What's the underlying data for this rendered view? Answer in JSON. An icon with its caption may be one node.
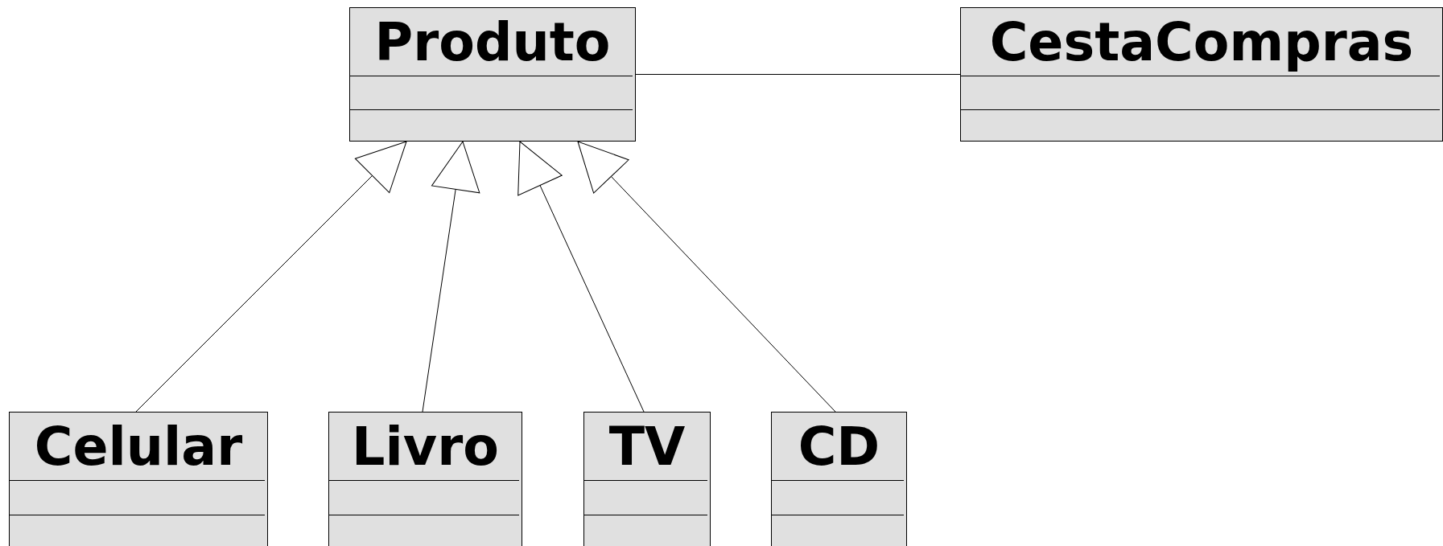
{
  "diagram": {
    "nodes": [
      {
        "text": [
          "Produto"
        ]
      },
      {
        "text": [
          "CestaCompras"
        ]
      },
      {
        "text": [
          "Celular"
        ]
      },
      {
        "text": [
          "Livro"
        ]
      },
      {
        "text": [
          "TV"
        ]
      },
      {
        "text": [
          "CD"
        ]
      }
    ],
    "edges": [
      {
        "from": 0,
        "to": 1,
        "arrow": "none"
      },
      {
        "from": 2,
        "to": 0,
        "arrow": "to"
      },
      {
        "from": 3,
        "to": 0,
        "arrow": "to"
      },
      {
        "from": 4,
        "to": 0,
        "arrow": "to"
      },
      {
        "from": 5,
        "to": 0,
        "arrow": "to"
      }
    ]
  }
}
